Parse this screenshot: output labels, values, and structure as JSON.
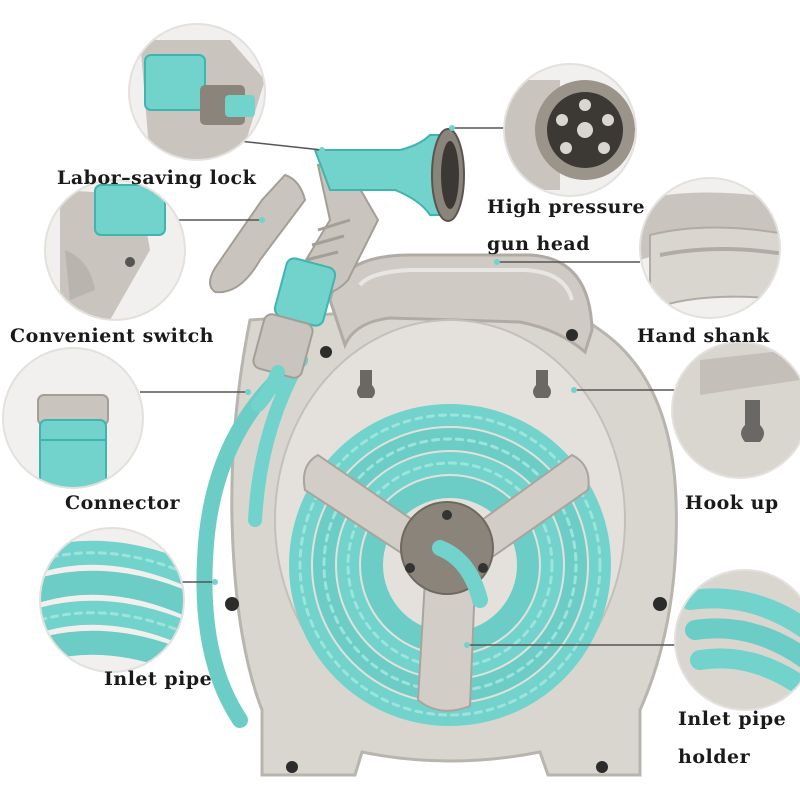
{
  "colors": {
    "aqua": "#72d3cc",
    "aqua_dark": "#3fb5ad",
    "reel_gray": "#d9d6d0",
    "reel_shadow": "#b8b4ae",
    "nozzle_gray": "#c9c4bd",
    "leader_line": "#555555"
  },
  "labels": {
    "labor_saving_lock": "Labor–saving lock",
    "high_pressure_line1": "High pressure",
    "high_pressure_line2": "gun head",
    "convenient_switch": "Convenient switch",
    "hand_shank": "Hand shank",
    "connector": "Connector",
    "hook_up": "Hook up",
    "inlet_pipe": "Inlet pipe",
    "inlet_pipe_holder_line1": "Inlet pipe",
    "inlet_pipe_holder_line2": "holder"
  },
  "detail_callouts": [
    "labor-saving-lock-detail",
    "spray-head-detail",
    "convenient-switch-detail",
    "hand-shank-detail",
    "connector-detail",
    "hook-up-detail",
    "inlet-pipe-detail",
    "inlet-pipe-holder-detail"
  ]
}
